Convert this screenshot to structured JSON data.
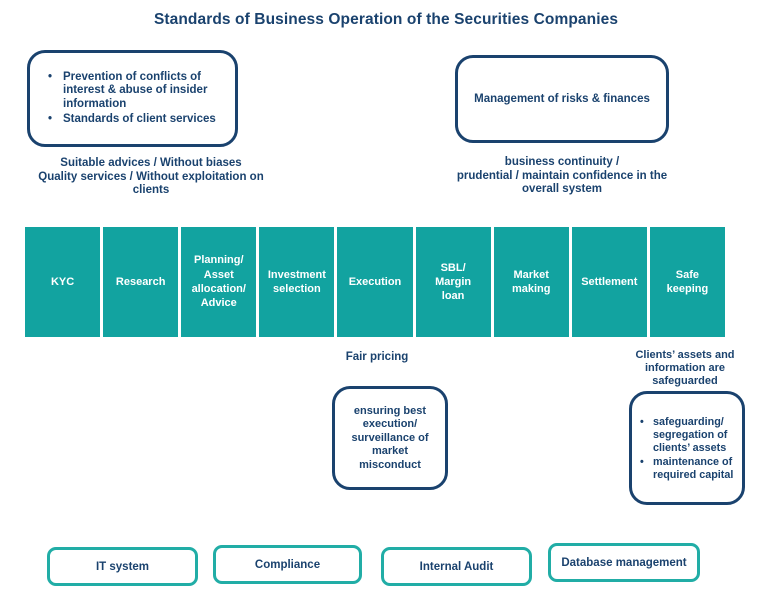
{
  "title": "Standards of Business Operation of the Securities Companies",
  "colors": {
    "navy": "#1a426e",
    "teal_bar": "#12a3a0",
    "teal_border": "#21ada6",
    "bar_text": "#ffffff"
  },
  "bullet_glyph": "•",
  "top_left_box": {
    "bullets": [
      "Prevention of conflicts of\ninterest & abuse of insider\ninformation",
      "Standards of client services"
    ]
  },
  "top_right_box": {
    "label": "Management of risks & finances"
  },
  "captions": {
    "left": "Suitable advices / Without biases\nQuality services / Without exploitation on\nclients",
    "right": "business continuity /\nprudential / maintain confidence in the\noverall system",
    "fair_pricing": "Fair pricing",
    "safe_keeping": "Clients’ assets and\ninformation are\nsafeguarded"
  },
  "bar": {
    "segments": [
      "KYC",
      "Research",
      "Planning/\nAsset\nallocation/\nAdvice",
      "Investment\nselection",
      "Execution",
      "SBL/\nMargin\nloan",
      "Market\nmaking",
      "Settlement",
      "Safe\nkeeping"
    ]
  },
  "execution_box": {
    "label": "ensuring best\nexecution/\nsurveillance of\nmarket\nmisconduct"
  },
  "safe_keeping_box": {
    "bullets": [
      "safeguarding/\nsegregation of\nclients’ assets",
      "maintenance of\nrequired capital"
    ]
  },
  "bottom_boxes": [
    "IT system",
    "Compliance",
    "Internal Audit",
    "Database management"
  ]
}
